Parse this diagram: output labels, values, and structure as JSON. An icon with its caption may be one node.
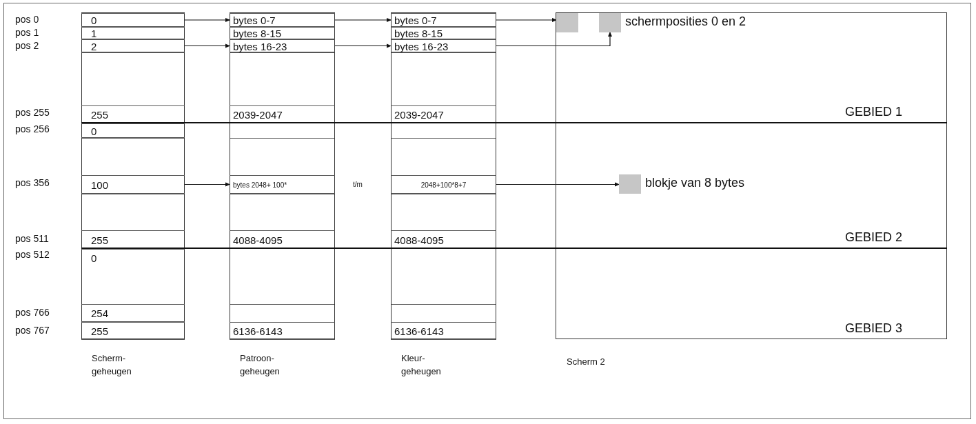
{
  "diagram": {
    "nodes": [
      {
        "text": [
          "Scherm- geheugen"
        ]
      },
      {
        "text": [
          "0"
        ],
        "in": 0
      },
      {
        "text": [
          "1"
        ],
        "in": 0
      },
      {
        "text": [
          "2"
        ],
        "in": 0
      },
      {
        "text": [
          "255"
        ],
        "in": 0
      },
      {
        "text": [
          "0"
        ],
        "in": 0
      },
      {
        "text": [
          "100"
        ],
        "in": 0
      },
      {
        "text": [
          "255"
        ],
        "in": 0
      },
      {
        "text": [
          "0"
        ],
        "in": 0
      },
      {
        "text": [
          "254"
        ],
        "in": 0
      },
      {
        "text": [
          "255"
        ],
        "in": 0
      },
      {
        "text": [
          "Patroon- geheugen"
        ]
      },
      {
        "text": [
          "bytes 0-7"
        ],
        "in": 11
      },
      {
        "text": [
          "bytes 8-15"
        ],
        "in": 11
      },
      {
        "text": [
          "bytes 16-23"
        ],
        "in": 11
      },
      {
        "text": [
          "2039-2047"
        ],
        "in": 11
      },
      {
        "text": [
          "bytes 2048+ 100*"
        ],
        "in": 11
      },
      {
        "text": [
          "4088-4095"
        ],
        "in": 11
      },
      {
        "text": [
          "6136-6143"
        ],
        "in": 11
      },
      {
        "text": [
          "Kleur- geheugen"
        ]
      },
      {
        "text": [
          "bytes 0-7"
        ],
        "in": 19
      },
      {
        "text": [
          "bytes 8-15"
        ],
        "in": 19
      },
      {
        "text": [
          "bytes 16-23"
        ],
        "in": 19
      },
      {
        "text": [
          "2039-2047"
        ],
        "in": 19
      },
      {
        "text": [
          "2048+100*8+7"
        ],
        "in": 19
      },
      {
        "text": [
          "4088-4095"
        ],
        "in": 19
      },
      {
        "text": [
          "6136-6143"
        ],
        "in": 19
      },
      {
        "text": [
          "Scherm 2"
        ]
      },
      {
        "text": [
          "GEBIED 1"
        ],
        "in": 27
      },
      {
        "text": [],
        "shape": "box",
        "in": 28
      },
      {
        "text": [],
        "shape": "box",
        "in": 28,
        "beside": [
          "schermposities 0 en 2"
        ]
      },
      {
        "text": [
          "GEBIED 2"
        ],
        "in": 27
      },
      {
        "text": [],
        "shape": "box",
        "in": 31,
        "beside": [
          "blokje van 8 bytes"
        ]
      },
      {
        "text": [
          "GEBIED 3"
        ],
        "in": 27
      }
    ],
    "edges": [
      {
        "from": 1,
        "to": 12,
        "arrow": "to"
      },
      {
        "from": 12,
        "to": 20,
        "arrow": "to"
      },
      {
        "from": 20,
        "to": 29,
        "arrow": "to"
      },
      {
        "from": 3,
        "to": 14,
        "arrow": "to"
      },
      {
        "from": 14,
        "to": 22,
        "arrow": "to"
      },
      {
        "from": 22,
        "to": 30,
        "arrow": "to"
      },
      {
        "from": 6,
        "to": 16,
        "arrow": "to"
      },
      {
        "from": 24,
        "to": 32,
        "arrow": "to"
      }
    ],
    "labels": [
      "pos 0",
      "pos 1",
      "pos 2",
      "pos 255",
      "pos 256",
      "pos 356",
      "pos 511",
      "pos 512",
      "pos 766",
      "pos 767",
      "t/m"
    ]
  }
}
